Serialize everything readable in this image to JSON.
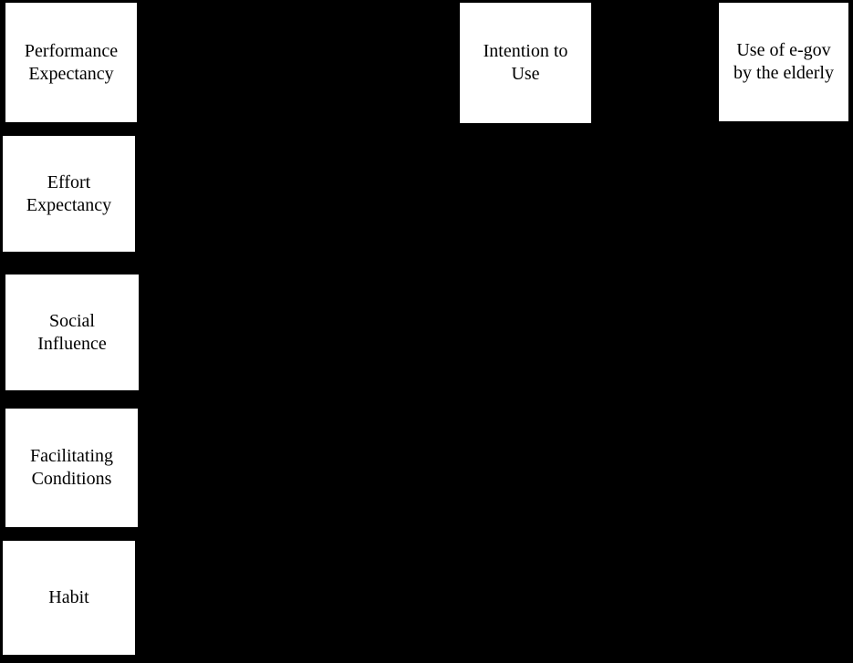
{
  "diagram": {
    "description": "Research model diagram: five predictor constructs, intention to use, and use of e-government by the elderly",
    "colors": {
      "background": "#000000",
      "node_fill": "#ffffff",
      "node_text": "#000000"
    },
    "nodes": [
      {
        "id": "performance-expectancy",
        "label": "Performance\nExpectancy"
      },
      {
        "id": "effort-expectancy",
        "label": "Effort\nExpectancy"
      },
      {
        "id": "social-influence",
        "label": "Social\nInfluence"
      },
      {
        "id": "facilitating-conditions",
        "label": "Facilitating\nConditions"
      },
      {
        "id": "habit",
        "label": "Habit"
      },
      {
        "id": "intention-to-use",
        "label": "Intention to\nUse"
      },
      {
        "id": "use-of-egov-by-the-elderly",
        "label": "Use of e-gov\nby the elderly"
      }
    ]
  }
}
